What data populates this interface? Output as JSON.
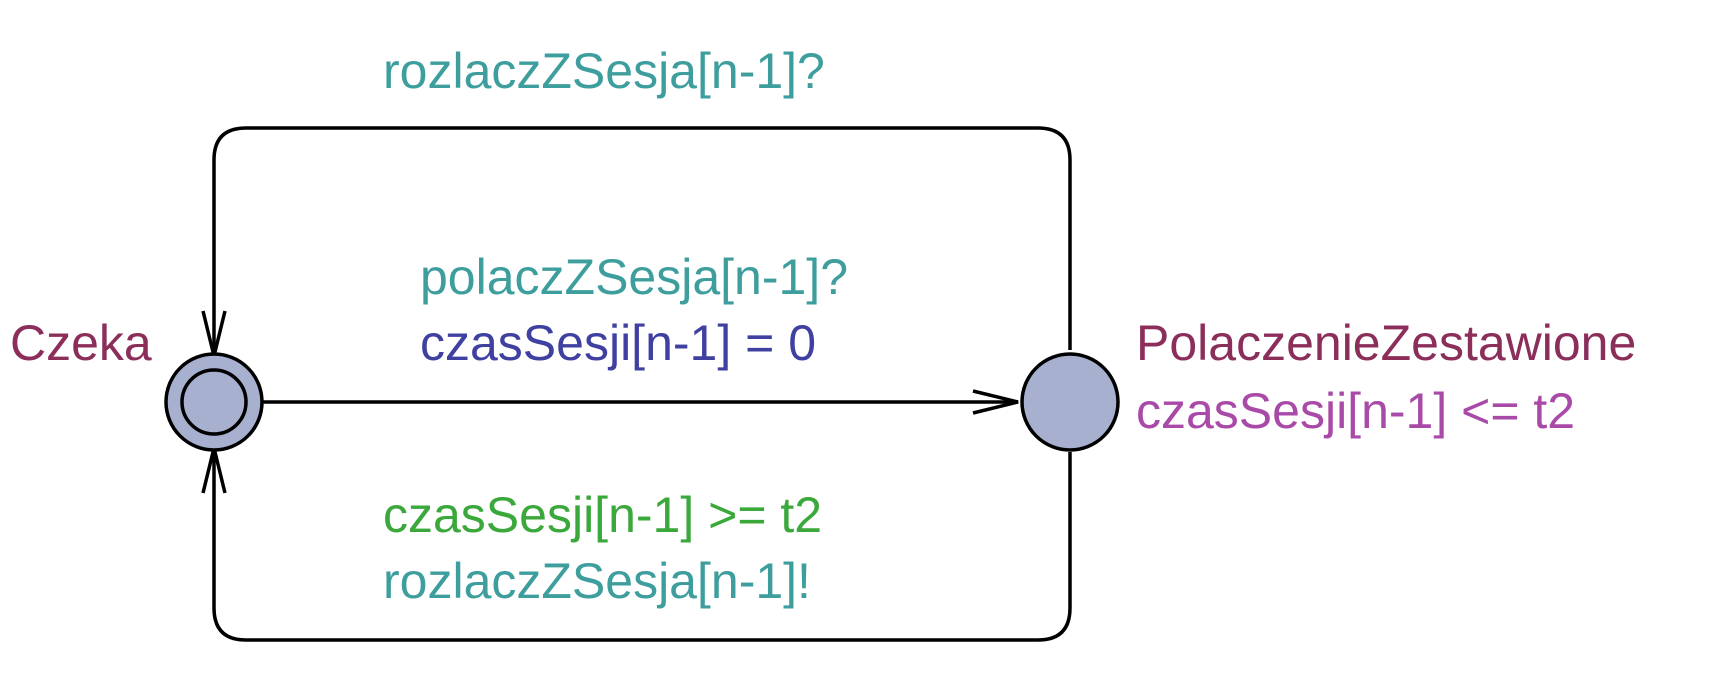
{
  "colors": {
    "location_name": "#8b2e5a",
    "invariant": "#a94aa8",
    "sync": "#3e9e9e",
    "assignment": "#3f40a0",
    "guard": "#3aa83a",
    "state_fill": "#a7b0cf",
    "line": "#000000"
  },
  "locations": {
    "czeka": {
      "name": "Czeka",
      "initial": true
    },
    "polaczenie": {
      "name": "PolaczenieZestawione",
      "invariant": "czasSesji[n-1] <= t2"
    }
  },
  "edges": {
    "top": {
      "sync": "rozlaczZSesja[n-1]?"
    },
    "middle": {
      "sync": "polaczZSesja[n-1]?",
      "assignment": "czasSesji[n-1] = 0"
    },
    "bottom": {
      "guard": "czasSesji[n-1] >= t2",
      "sync": "rozlaczZSesja[n-1]!"
    }
  }
}
